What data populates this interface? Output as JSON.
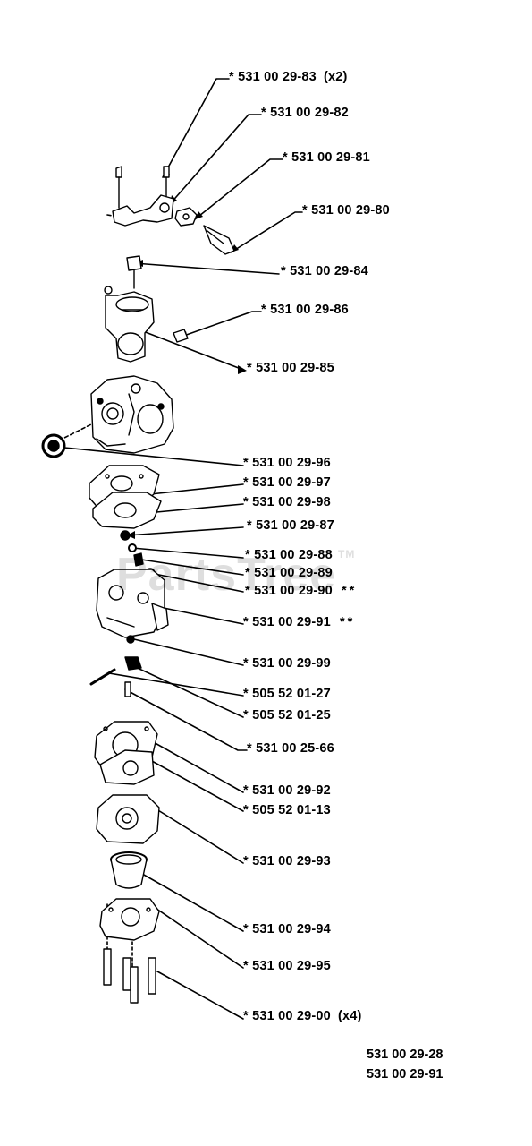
{
  "watermark": {
    "text": "PartsTree",
    "mark": "TM"
  },
  "callouts": [
    {
      "prefix": "* ",
      "part": "531 00 29-83",
      "qty": "(x2)",
      "suffix": ""
    },
    {
      "prefix": "* ",
      "part": "531 00 29-82",
      "qty": "",
      "suffix": ""
    },
    {
      "prefix": "* ",
      "part": "531 00 29-81",
      "qty": "",
      "suffix": ""
    },
    {
      "prefix": "* ",
      "part": "531 00 29-80",
      "qty": "",
      "suffix": ""
    },
    {
      "prefix": "* ",
      "part": "531 00 29-84",
      "qty": "",
      "suffix": ""
    },
    {
      "prefix": "* ",
      "part": "531 00 29-86",
      "qty": "",
      "suffix": ""
    },
    {
      "prefix": "* ",
      "part": "531 00 29-85",
      "qty": "",
      "suffix": ""
    },
    {
      "prefix": "* ",
      "part": "531 00 29-96",
      "qty": "",
      "suffix": ""
    },
    {
      "prefix": "* ",
      "part": "531 00 29-97",
      "qty": "",
      "suffix": ""
    },
    {
      "prefix": "* ",
      "part": "531 00 29-98",
      "qty": "",
      "suffix": ""
    },
    {
      "prefix": "* ",
      "part": "531 00 29-87",
      "qty": "",
      "suffix": ""
    },
    {
      "prefix": "* ",
      "part": "531 00 29-88",
      "qty": "",
      "suffix": ""
    },
    {
      "prefix": "* ",
      "part": "531 00 29-89",
      "qty": "",
      "suffix": ""
    },
    {
      "prefix": "* ",
      "part": "531 00 29-90",
      "qty": "",
      "suffix": "**"
    },
    {
      "prefix": "* ",
      "part": "531 00 29-91",
      "qty": "",
      "suffix": "**"
    },
    {
      "prefix": "* ",
      "part": "531 00 29-99",
      "qty": "",
      "suffix": ""
    },
    {
      "prefix": "* ",
      "part": "505 52 01-27",
      "qty": "",
      "suffix": ""
    },
    {
      "prefix": "* ",
      "part": "505 52 01-25",
      "qty": "",
      "suffix": ""
    },
    {
      "prefix": "* ",
      "part": "531 00 25-66",
      "qty": "",
      "suffix": ""
    },
    {
      "prefix": "* ",
      "part": "531 00 29-92",
      "qty": "",
      "suffix": ""
    },
    {
      "prefix": "* ",
      "part": "505 52 01-13",
      "qty": "",
      "suffix": ""
    },
    {
      "prefix": "* ",
      "part": "531 00 29-93",
      "qty": "",
      "suffix": ""
    },
    {
      "prefix": "* ",
      "part": "531 00 29-94",
      "qty": "",
      "suffix": ""
    },
    {
      "prefix": "* ",
      "part": "531 00 29-95",
      "qty": "",
      "suffix": ""
    },
    {
      "prefix": "* ",
      "part": "531 00 29-00",
      "qty": "(x4)",
      "suffix": ""
    }
  ],
  "assembly_refs": [
    "531 00 29-28",
    "531 00 29-91"
  ]
}
